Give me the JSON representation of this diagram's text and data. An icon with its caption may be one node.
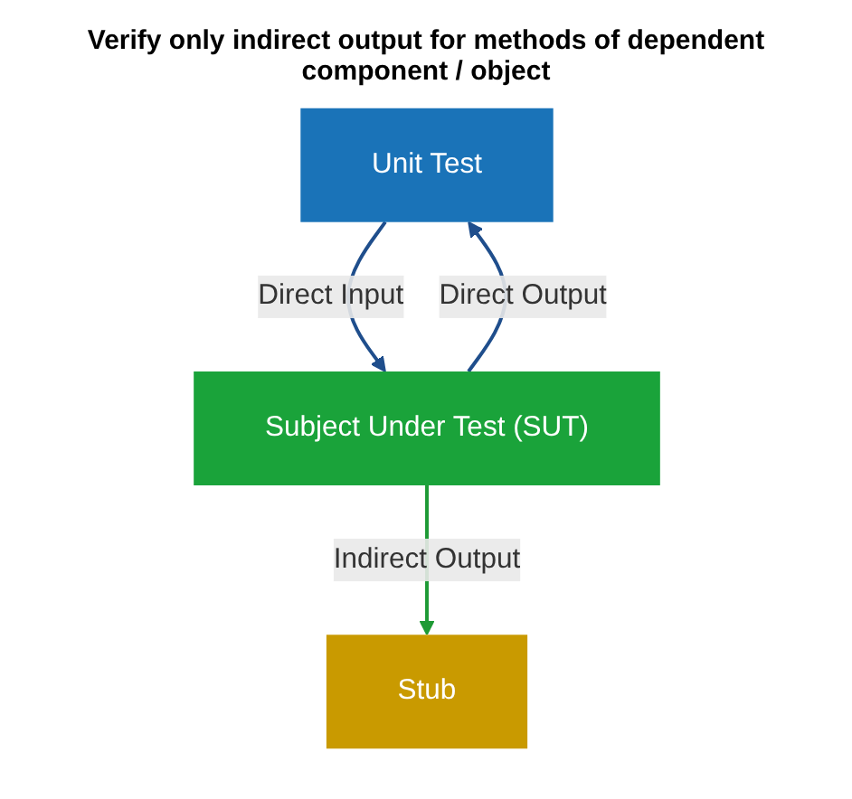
{
  "diagram": {
    "title": "Verify only indirect output for methods of dependent component / object",
    "nodes": [
      {
        "text": [
          "Unit Test"
        ]
      },
      {
        "text": [
          "Subject Under Test (SUT)"
        ]
      },
      {
        "text": [
          "Stub"
        ]
      }
    ],
    "edges": [
      {
        "from": 0,
        "to": 1,
        "arrow": "to",
        "label": "Direct Input"
      },
      {
        "from": 1,
        "to": 0,
        "arrow": "to",
        "label": "Direct Output"
      },
      {
        "from": 1,
        "to": 2,
        "arrow": "to",
        "label": "Indirect Output",
        "color": "#1e9a35"
      }
    ]
  }
}
